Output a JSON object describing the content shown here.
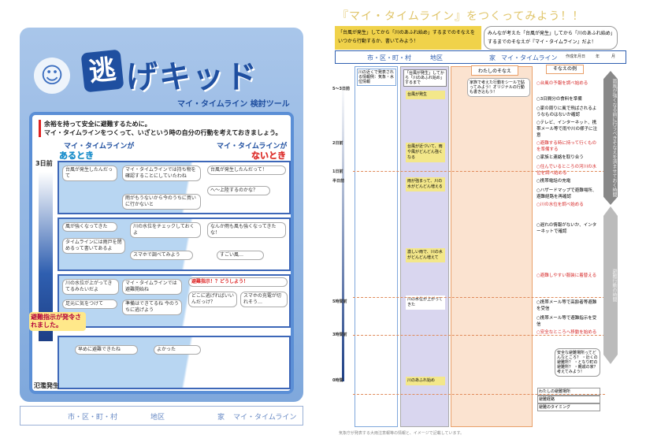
{
  "left_page": {
    "logo_mark": "逃",
    "logo_rest": "げキッド",
    "subtitle": "マイ・タイムライン 検討ツール",
    "intro": [
      "余裕を持って安全に避難するために。",
      "マイ・タイムラインをつくって、いざという時の自分の行動を考えておきましょう。"
    ],
    "with_label": "マイ・タイムラインが",
    "with_badge": "あるとき",
    "without_label": "マイ・タイムラインが",
    "without_badge": "ないとき",
    "time_start": "3日前",
    "time_end": "氾濫発生",
    "alert": "避難指示が発令されました。",
    "panels": [
      {
        "with": [
          "台風が発生したんだって",
          "マイ・タイムラインでは持ち物を確認することにしていたわね",
          "雨がもうないから今のうちに買いに行かないと"
        ],
        "without": [
          "台風が発生したんだって！",
          "へ〜上陸するのかな？"
        ]
      },
      {
        "with": [
          "風が強くなってきた",
          "タイムラインには雨戸を閉めるって書いてあるよ",
          "川の水位をチェックしておくよ",
          "スマホで調べてみよう"
        ],
        "without": [
          "なんか雨も風も強くなってきたな！",
          "すごい風…"
        ]
      },
      {
        "with": [
          "川の水位が上がってきてるみたいだよ",
          "マイ・タイムラインでは避難開始ね",
          "準備はできてるね 今のうちに逃げよう",
          "足元に気をつけて"
        ],
        "without": [
          "避難指示！？どうしよう！",
          "どこに逃げればいいんだっけ？",
          "スマホの充電が切れそう…"
        ]
      },
      {
        "with": [
          "早めに避難できたね",
          "よかった"
        ],
        "without": []
      }
    ],
    "footer": {
      "city": "市・区・町・村",
      "district": "地区",
      "house": "家",
      "timeline": "マイ・タイムライン"
    }
  },
  "right_page": {
    "title": "『マイ・タイムライン』をつくってみよう！！",
    "instruction": [
      "「台風が発生」してから「川のあふれ始め」するまでのそなえを",
      "いつから行動するか、書いてみよう！"
    ],
    "callout": [
      "みんなが考えた「台風が発生」してから「川のあふれ始め」",
      "するまでのそなえが『マイ・タイムライン』だよ！"
    ],
    "header": {
      "city": "市・区・町・村",
      "district": "地区",
      "house": "家",
      "timeline": "マイ・タイムライン",
      "date_label": "作成年月日",
      "year": "年",
      "month": "月"
    },
    "time_labels": [
      "5〜3日前",
      "2日前",
      "1日前",
      "半日前",
      "5時間前",
      "3時間前",
      "0時間"
    ],
    "info_head": "川の近くで発表される情報例：気象・水位情報",
    "purple_head": "「台風が発生」してから「川のあふれ始め」するまで",
    "purple_boxes": [
      "台風が発生",
      "台風が近づいて、雨や風がどんどん強くなる",
      "雨が強まって、川の水がどんどん増える",
      "激しい雨で、川の水がどんどん増えて",
      "川の水位が上がってきた",
      "川のあふれ始め"
    ],
    "my_prep_head": "わたしのそなえ",
    "my_prep_note": "家族で考えた行動をシールで貼ってみよう！オリジナルの行動も書き込もう！",
    "example_head": "そなえの例",
    "examples": [
      {
        "text": "台風の予報を調べ始める",
        "red": true
      },
      {
        "text": "3日間分の食料を準備",
        "red": false
      },
      {
        "text": "家の周りに風で飛ばされるようなものはないか確認",
        "red": false
      },
      {
        "text": "テレビ、インターネット、携帯メール等で雨や川の様子に注意",
        "red": false
      },
      {
        "text": "避難する時に持って行くものを準備する",
        "red": true
      },
      {
        "text": "家族と連絡を取り合う",
        "red": false
      },
      {
        "text": "住んでいるところの河川の水位を調べ始める",
        "red": true
      },
      {
        "text": "携帯電話の充電",
        "red": false
      },
      {
        "text": "ハザードマップで避難場所、避難経路を再確認",
        "red": false
      },
      {
        "text": "川の水位を調べ始める",
        "red": true
      },
      {
        "text": "遅れの情報がないか、インターネットで確認",
        "red": false
      },
      {
        "text": "避難しやすい服装に着替える",
        "red": true
      },
      {
        "text": "携帯メール等で高齢者等避難を受信",
        "red": false
      },
      {
        "text": "携帯メール等で避難指示を受信",
        "red": false
      },
      {
        "text": "安全なところへ移動を始める",
        "red": true
      }
    ],
    "side_arrow_1": "雨風が強くなる前に行うべきそなえを済ませておく時間",
    "side_arrow_2": "避難行動の時間",
    "tip_bubble": "安全な避難場所ってどんなところ？ ・近くの避難所？ ・となり町の避難所？ ・親戚の家？ 考えてみよう！",
    "footer_table": [
      "わたしの避難場所",
      "避難経路",
      "避難のタイミング"
    ],
    "bottom_note": "気象庁が発表する大雨注意報等の情報と、イメージで記載しています。"
  },
  "colors": {
    "brand_blue": "#1f4fa0",
    "page_blue": "#a9c6ea",
    "yellow": "#f0d24a",
    "orange": "#fbe3d0",
    "purple": "#d9d6ef",
    "red": "#d62828"
  }
}
